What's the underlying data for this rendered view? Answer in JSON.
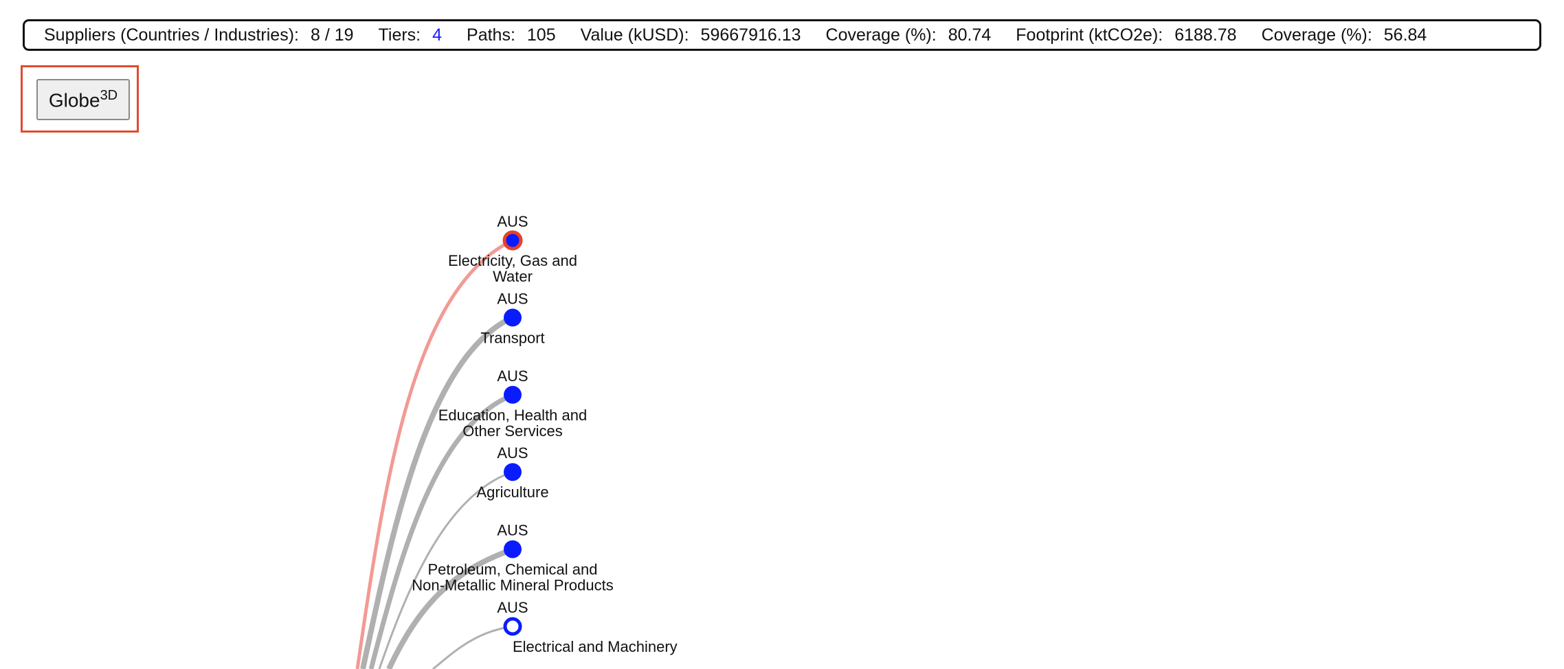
{
  "stats": {
    "suppliers_label": "Suppliers (Countries / Industries):",
    "suppliers_value": "8 / 19",
    "tiers_label": "Tiers:",
    "tiers_value": "4",
    "paths_label": "Paths:",
    "paths_value": "105",
    "value_label": "Value (kUSD):",
    "value_value": "59667916.13",
    "coverage1_label": "Coverage (%):",
    "coverage1_value": "80.74",
    "footprint_label": "Footprint (ktCO2e):",
    "footprint_value": "6188.78",
    "coverage2_label": "Coverage (%):",
    "coverage2_value": "56.84"
  },
  "globe_button": {
    "label": "Globe",
    "superscript": "3D"
  },
  "colors": {
    "node_fill": "#0a1cff",
    "highlight_ring": "#e8402a",
    "link_gray": "#b0b0b0",
    "link_highlight": "#f29a94",
    "tiers_accent": "#1a1aff"
  },
  "nodes": [
    {
      "country": "AUS",
      "industry_lines": [
        "Electricity, Gas and",
        "Water"
      ],
      "style": "highlighted"
    },
    {
      "country": "AUS",
      "industry_lines": [
        "Transport"
      ],
      "style": "filled"
    },
    {
      "country": "AUS",
      "industry_lines": [
        "Education, Health and",
        "Other Services"
      ],
      "style": "filled"
    },
    {
      "country": "AUS",
      "industry_lines": [
        "Agriculture"
      ],
      "style": "filled"
    },
    {
      "country": "AUS",
      "industry_lines": [
        "Petroleum, Chemical and",
        "Non-Metallic Mineral Products"
      ],
      "style": "filled"
    },
    {
      "country": "AUS",
      "industry_lines": [
        "Electrical and Machinery"
      ],
      "style": "hollow"
    }
  ]
}
